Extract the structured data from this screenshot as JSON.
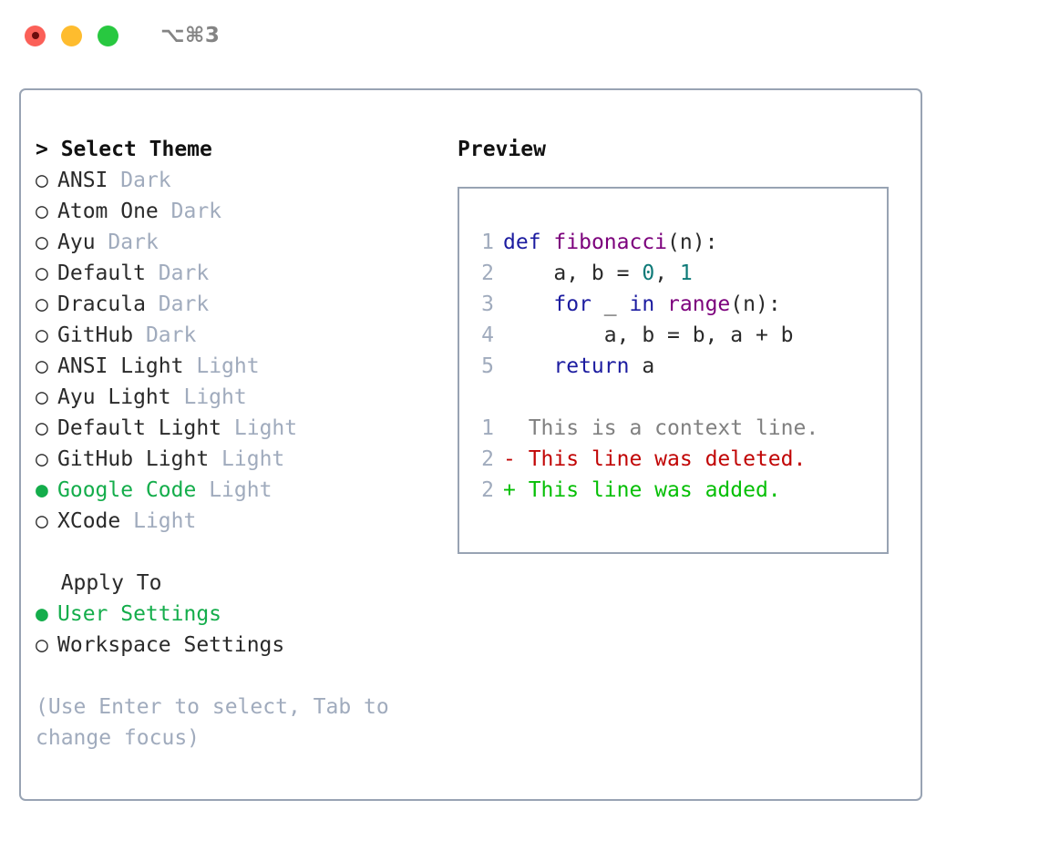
{
  "window": {
    "controls": [
      "close",
      "minimize",
      "maximize"
    ],
    "shortcut": "⌥⌘3",
    "accent_green": "#14ad4b",
    "border_color": "#98a3b3",
    "muted_color": "#a0abbd"
  },
  "theme_list": {
    "header_prefix": "> ",
    "header": "Select Theme",
    "bullet_unselected": "○",
    "bullet_selected": "●",
    "items": [
      {
        "name": "ANSI",
        "variant": "Dark",
        "selected": false
      },
      {
        "name": "Atom One",
        "variant": "Dark",
        "selected": false
      },
      {
        "name": "Ayu",
        "variant": "Dark",
        "selected": false
      },
      {
        "name": "Default",
        "variant": "Dark",
        "selected": false
      },
      {
        "name": "Dracula",
        "variant": "Dark",
        "selected": false
      },
      {
        "name": "GitHub",
        "variant": "Dark",
        "selected": false
      },
      {
        "name": "ANSI Light",
        "variant": "Light",
        "selected": false
      },
      {
        "name": "Ayu Light",
        "variant": "Light",
        "selected": false
      },
      {
        "name": "Default Light",
        "variant": "Light",
        "selected": false
      },
      {
        "name": "GitHub Light",
        "variant": "Light",
        "selected": false
      },
      {
        "name": "Google Code",
        "variant": "Light",
        "selected": true
      },
      {
        "name": "XCode",
        "variant": "Light",
        "selected": false
      }
    ]
  },
  "apply_to": {
    "header": "  Apply To",
    "items": [
      {
        "name": "User Settings",
        "selected": true
      },
      {
        "name": "Workspace Settings",
        "selected": false
      }
    ]
  },
  "hint": "(Use Enter to select, Tab to change focus)",
  "preview": {
    "title": "Preview",
    "code_lines": [
      {
        "num": "1",
        "tokens": [
          {
            "t": "def",
            "c": "kw"
          },
          {
            "t": " ",
            "c": "plain"
          },
          {
            "t": "fibonacci",
            "c": "fn"
          },
          {
            "t": "(n):",
            "c": "plain"
          }
        ]
      },
      {
        "num": "2",
        "tokens": [
          {
            "t": "    a, b = ",
            "c": "plain"
          },
          {
            "t": "0",
            "c": "num"
          },
          {
            "t": ", ",
            "c": "plain"
          },
          {
            "t": "1",
            "c": "num"
          }
        ]
      },
      {
        "num": "3",
        "tokens": [
          {
            "t": "    ",
            "c": "plain"
          },
          {
            "t": "for",
            "c": "kw"
          },
          {
            "t": " _ ",
            "c": "plain"
          },
          {
            "t": "in",
            "c": "kw"
          },
          {
            "t": " ",
            "c": "plain"
          },
          {
            "t": "range",
            "c": "fn"
          },
          {
            "t": "(n):",
            "c": "plain"
          }
        ]
      },
      {
        "num": "4",
        "tokens": [
          {
            "t": "        a, b = b, a + b",
            "c": "plain"
          }
        ]
      },
      {
        "num": "5",
        "tokens": [
          {
            "t": "    ",
            "c": "plain"
          },
          {
            "t": "return",
            "c": "kw"
          },
          {
            "t": " a",
            "c": "plain"
          }
        ]
      }
    ],
    "diff_lines": [
      {
        "num": "1",
        "marker": "  ",
        "text": "This is a context line.",
        "cls": "ctx"
      },
      {
        "num": "2",
        "marker": "- ",
        "text": "This line was deleted.",
        "cls": "del"
      },
      {
        "num": "2",
        "marker": "+ ",
        "text": "This line was added.",
        "cls": "add"
      }
    ]
  }
}
